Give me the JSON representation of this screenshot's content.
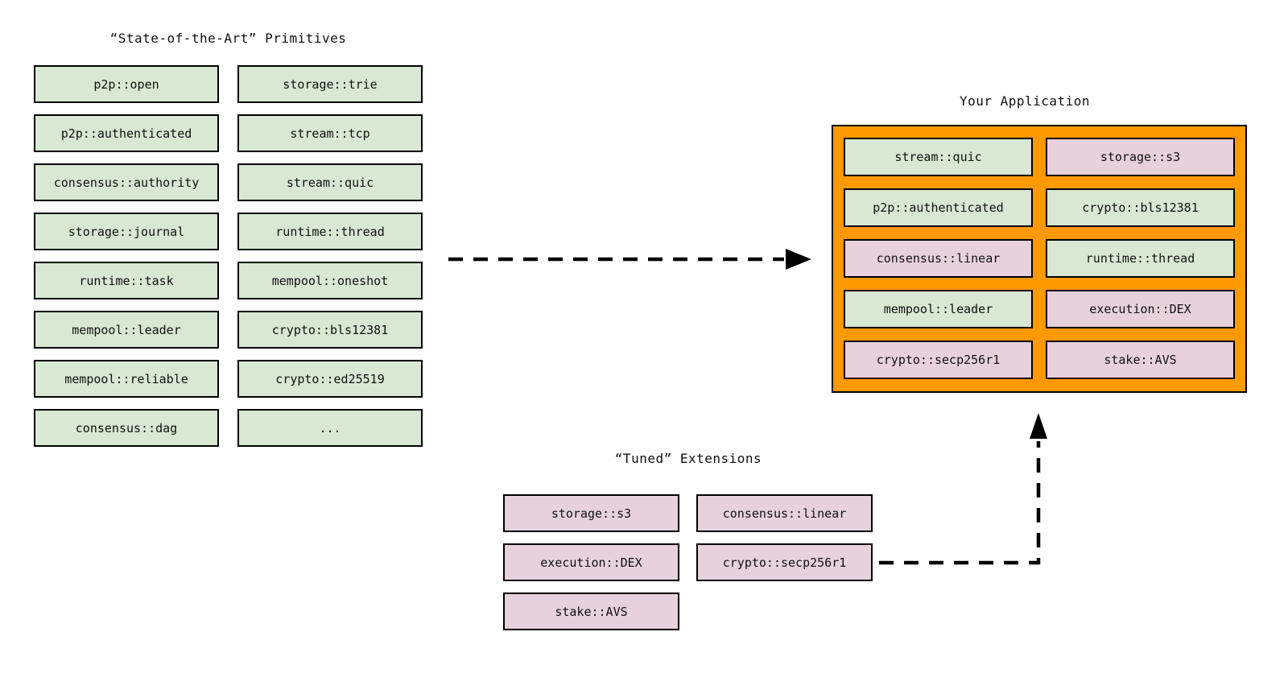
{
  "primitives": {
    "title": "“State-of-the-Art” Primitives",
    "items": [
      {
        "label": "p2p::open",
        "variant": "green"
      },
      {
        "label": "storage::trie",
        "variant": "green"
      },
      {
        "label": "p2p::authenticated",
        "variant": "green"
      },
      {
        "label": "stream::tcp",
        "variant": "green"
      },
      {
        "label": "consensus::authority",
        "variant": "green"
      },
      {
        "label": "stream::quic",
        "variant": "green"
      },
      {
        "label": "storage::journal",
        "variant": "green"
      },
      {
        "label": "runtime::thread",
        "variant": "green"
      },
      {
        "label": "runtime::task",
        "variant": "green"
      },
      {
        "label": "mempool::oneshot",
        "variant": "green"
      },
      {
        "label": "mempool::leader",
        "variant": "green"
      },
      {
        "label": "crypto::bls12381",
        "variant": "green"
      },
      {
        "label": "mempool::reliable",
        "variant": "green"
      },
      {
        "label": "crypto::ed25519",
        "variant": "green"
      },
      {
        "label": "consensus::dag",
        "variant": "green"
      },
      {
        "label": "...",
        "variant": "green"
      }
    ]
  },
  "application": {
    "title": "Your Application",
    "items": [
      {
        "label": "stream::quic",
        "variant": "green"
      },
      {
        "label": "storage::s3",
        "variant": "pink"
      },
      {
        "label": "p2p::authenticated",
        "variant": "green"
      },
      {
        "label": "crypto::bls12381",
        "variant": "green"
      },
      {
        "label": "consensus::linear",
        "variant": "pink"
      },
      {
        "label": "runtime::thread",
        "variant": "green"
      },
      {
        "label": "mempool::leader",
        "variant": "green"
      },
      {
        "label": "execution::DEX",
        "variant": "pink"
      },
      {
        "label": "crypto::secp256r1",
        "variant": "pink"
      },
      {
        "label": "stake::AVS",
        "variant": "pink"
      }
    ]
  },
  "extensions": {
    "title": "“Tuned” Extensions",
    "items": [
      {
        "label": "storage::s3",
        "variant": "pink"
      },
      {
        "label": "consensus::linear",
        "variant": "pink"
      },
      {
        "label": "execution::DEX",
        "variant": "pink"
      },
      {
        "label": "crypto::secp256r1",
        "variant": "pink"
      },
      {
        "label": "stake::AVS",
        "variant": "pink"
      }
    ]
  },
  "arrows": [
    {
      "from": "primitives",
      "to": "application",
      "style": "dashed"
    },
    {
      "from": "extensions",
      "to": "application",
      "style": "dashed"
    }
  ],
  "colors": {
    "primitive_fill": "#d8e8d2",
    "extension_fill": "#e7d1dc",
    "application_fill": "#ff9900",
    "border": "#000000",
    "arrow": "#000000",
    "background": "#ffffff"
  }
}
